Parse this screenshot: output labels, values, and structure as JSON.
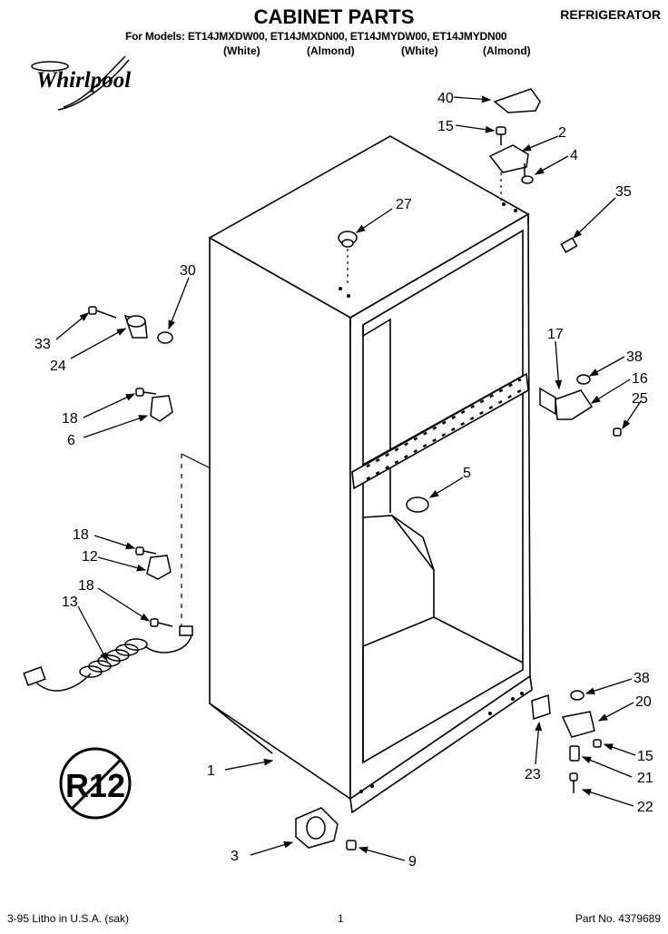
{
  "header": {
    "title": "CABINET PARTS",
    "section": "REFRIGERATOR",
    "models_line": "For Models: ET14JMXDW00, ET14JMXDN00, ET14JMYDW00, ET14JMYDN00",
    "finishes": [
      "(White)",
      "(Almond)",
      "(White)",
      "(Almond)"
    ]
  },
  "brand": {
    "name": "Whirlpool"
  },
  "r12_badge": {
    "text": "R12"
  },
  "callouts": {
    "c40": "40",
    "c15a": "15",
    "c2": "2",
    "c4": "4",
    "c35": "35",
    "c27": "27",
    "c30": "30",
    "c33": "33",
    "c24": "24",
    "c17": "17",
    "c38a": "38",
    "c16": "16",
    "c25": "25",
    "c18a": "18",
    "c6": "6",
    "c5": "5",
    "c18b": "18",
    "c12": "12",
    "c18c": "18",
    "c13": "13",
    "c38b": "38",
    "c20": "20",
    "c15b": "15",
    "c23": "23",
    "c21": "21",
    "c22": "22",
    "c1": "1",
    "c3": "3",
    "c9": "9"
  },
  "footer": {
    "date_litho": "3-95  Litho in U.S.A. (sak)",
    "page": "1",
    "part_no": "Part No. 4379689"
  }
}
